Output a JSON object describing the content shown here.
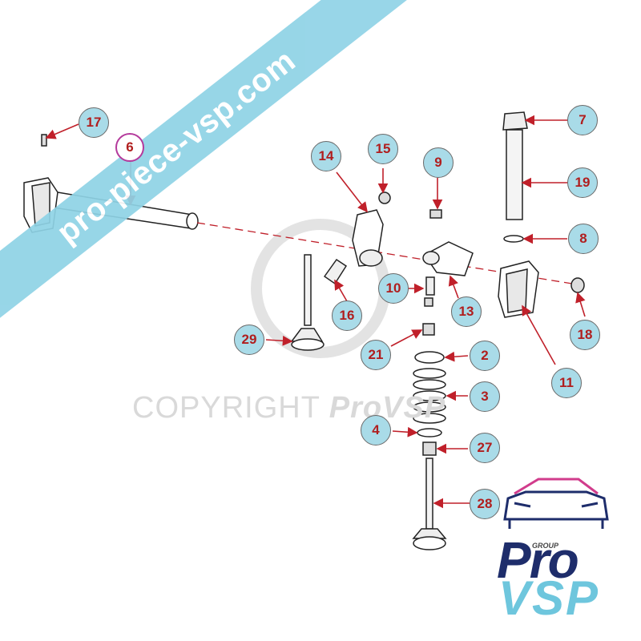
{
  "watermark_banner": "pro-piece-vsp.com",
  "copyright": {
    "prefix": "COPYRIGHT",
    "brand": "ProVSP"
  },
  "logo": {
    "group": "GROUP",
    "line1": "Pro",
    "line2": "VSP"
  },
  "colors": {
    "callout_fill": "#a9dbe8",
    "callout_text": "#b01e1e",
    "arrow": "#c0202a",
    "selected_ring": "#b43a9c",
    "banner": "#8fd3e6",
    "logo_dark": "#1e2d6b",
    "logo_light": "#6ec6dd"
  },
  "selected_part": "6",
  "parts": [
    {
      "id": "p17",
      "label": "17"
    },
    {
      "id": "p6",
      "label": "6"
    },
    {
      "id": "p14",
      "label": "14"
    },
    {
      "id": "p15",
      "label": "15"
    },
    {
      "id": "p9",
      "label": "9"
    },
    {
      "id": "p7",
      "label": "7"
    },
    {
      "id": "p19",
      "label": "19"
    },
    {
      "id": "p8",
      "label": "8"
    },
    {
      "id": "p10",
      "label": "10"
    },
    {
      "id": "p13",
      "label": "13"
    },
    {
      "id": "p16",
      "label": "16"
    },
    {
      "id": "p18",
      "label": "18"
    },
    {
      "id": "p29",
      "label": "29"
    },
    {
      "id": "p21",
      "label": "21"
    },
    {
      "id": "p2",
      "label": "2"
    },
    {
      "id": "p11",
      "label": "11"
    },
    {
      "id": "p3",
      "label": "3"
    },
    {
      "id": "p4",
      "label": "4"
    },
    {
      "id": "p27",
      "label": "27"
    },
    {
      "id": "p28",
      "label": "28"
    }
  ]
}
